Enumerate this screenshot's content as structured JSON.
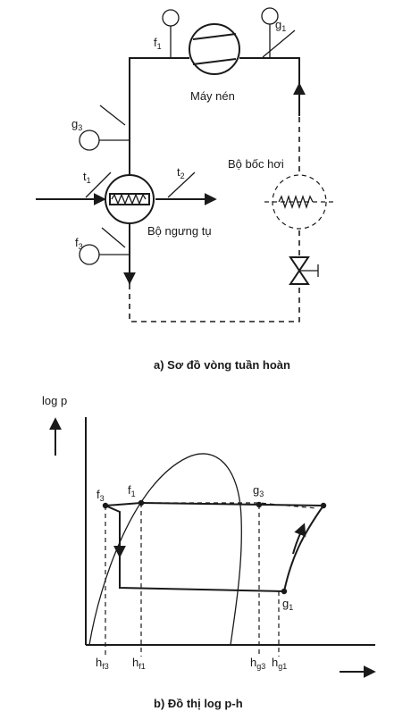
{
  "diagram_a": {
    "caption": "a)  Sơ đồ vòng tuần hoàn",
    "compressor_label": "Máy nén",
    "evaporator_label": "Bộ bốc hơi",
    "condenser_label": "Bộ ngưng tụ",
    "gauges": {
      "f1": {
        "main": "f",
        "sub": "1"
      },
      "g1": {
        "main": "g",
        "sub": "1"
      },
      "g3": {
        "main": "g",
        "sub": "3"
      },
      "f3": {
        "main": "f",
        "sub": "3"
      },
      "t1": {
        "main": "t",
        "sub": "1"
      },
      "t2": {
        "main": "t",
        "sub": "2"
      }
    }
  },
  "diagram_b": {
    "caption": "b)  Đồ thị log p-h",
    "y_axis_label": "log p",
    "points": {
      "f3": {
        "main": "f",
        "sub": "3"
      },
      "f1": {
        "main": "f",
        "sub": "1"
      },
      "g3": {
        "main": "g",
        "sub": "3"
      },
      "g1": {
        "main": "g",
        "sub": "1"
      }
    },
    "x_labels": {
      "hf3": {
        "main": "h",
        "sub": "f3"
      },
      "hf1": {
        "main": "h",
        "sub": "f1"
      },
      "hg3": {
        "main": "h",
        "sub": "g3"
      },
      "hg1": {
        "main": "h",
        "sub": "g1"
      }
    }
  }
}
